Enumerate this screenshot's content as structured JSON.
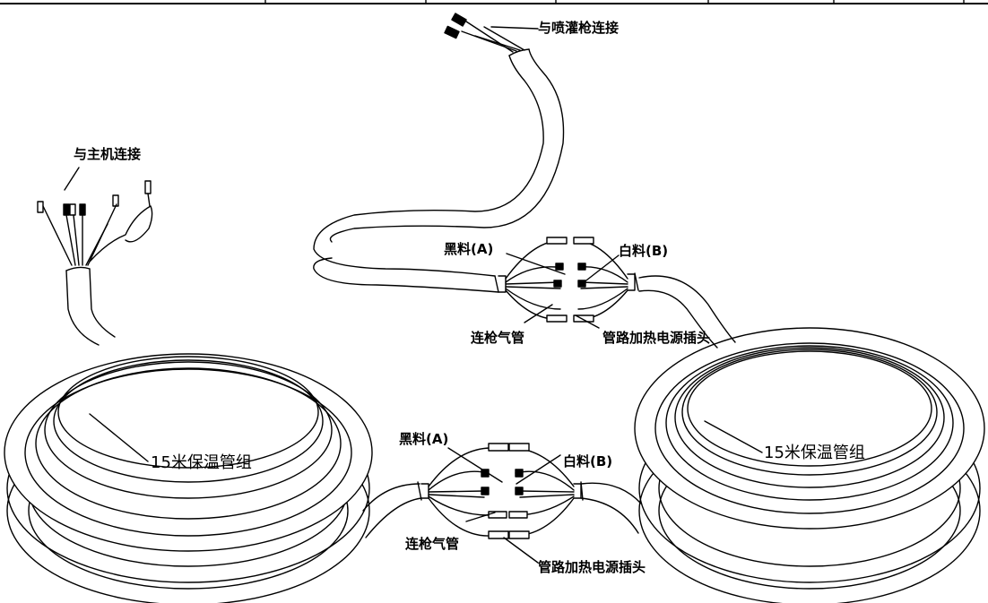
{
  "labels": {
    "gun_connection": "与喷灌枪连接",
    "host_connection": "与主机连接",
    "black_a": "黑料(A)",
    "white_b": "白料(B)",
    "gun_air_hose": "连枪气管",
    "heat_power_plug": "管路加热电源插头",
    "hose_group": "15米保温管组"
  },
  "colors": {
    "line": "#000000",
    "fill": "#ffffff"
  }
}
